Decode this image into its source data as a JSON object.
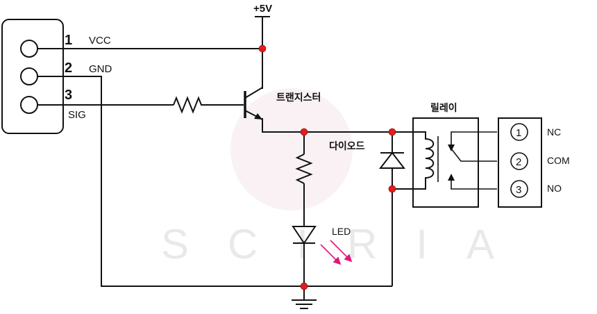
{
  "watermark": "SCIRIA",
  "supply": {
    "label": "+5V"
  },
  "connector": {
    "pins": [
      {
        "number": "1",
        "name": "VCC"
      },
      {
        "number": "2",
        "name": "GND"
      },
      {
        "number": "3",
        "name": "SIG"
      }
    ]
  },
  "components": {
    "transistor": "트랜지스터",
    "relay": "릴레이",
    "diode": "다이오드",
    "led": "LED"
  },
  "terminal_block": {
    "terminals": [
      {
        "number": "1",
        "name": "NC"
      },
      {
        "number": "2",
        "name": "COM"
      },
      {
        "number": "3",
        "name": "NO"
      }
    ]
  },
  "colors": {
    "node": "#e11d1d",
    "led_light": "#e0177a",
    "wire": "#111111"
  }
}
